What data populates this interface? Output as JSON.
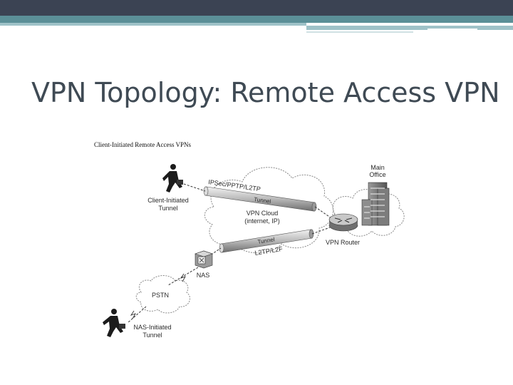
{
  "slide": {
    "title": "VPN Topology: Remote Access VPN"
  },
  "theme": {
    "bar_dark": "#3b4353",
    "bar_teal": "#5b8f97",
    "bar_light": "#9fc2c8"
  },
  "diagram": {
    "caption": "Client-Initiated Remote Access VPNs",
    "labels": {
      "main_office_line1": "Main",
      "main_office_line2": "Office",
      "client_tunnel_line1": "Client-Initiated",
      "client_tunnel_line2": "Tunnel",
      "vpn_cloud_line1": "VPN Cloud",
      "vpn_cloud_line2": "(internet, IP)",
      "upper_protocol": "IPSec/PPTP/L2TP",
      "upper_tunnel": "Tunnel",
      "lower_tunnel": "Tunnel",
      "lower_protocol": "L2TP/L2F",
      "vpn_router": "VPN Router",
      "nas": "NAS",
      "pstn": "PSTN",
      "nas_tunnel_line1": "NAS-Initiated",
      "nas_tunnel_line2": "Tunnel"
    }
  }
}
